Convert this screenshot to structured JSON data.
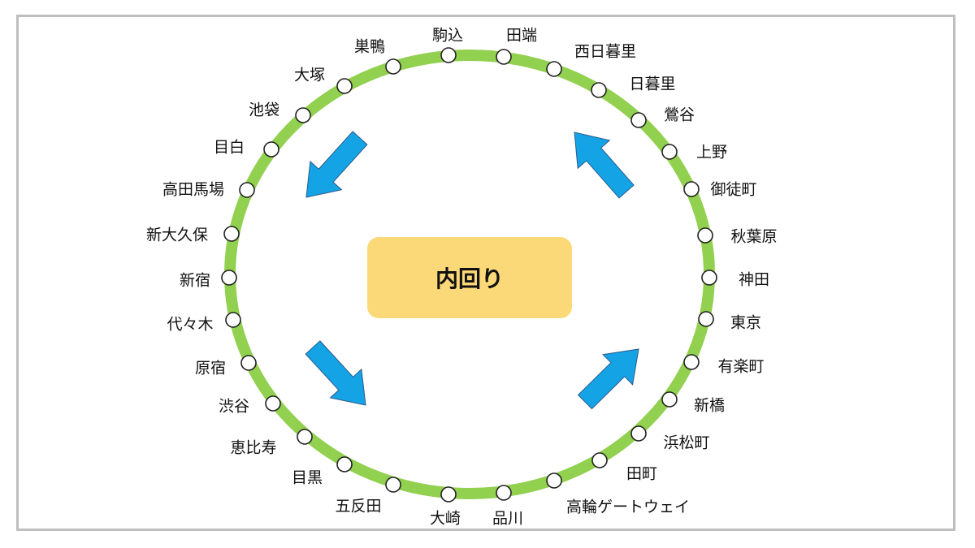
{
  "title": "内回り",
  "colors": {
    "line": "#92d050",
    "arrow": "#14a4e6",
    "arrow_outline": "#2a5a8a",
    "center_box": "#fcd978",
    "frame": "#bfbfbf"
  },
  "direction_arrows": [
    "down-left",
    "up-left",
    "down-right",
    "up-right"
  ],
  "stations": [
    "駒込",
    "田端",
    "西日暮里",
    "日暮里",
    "鶯谷",
    "上野",
    "御徒町",
    "秋葉原",
    "神田",
    "東京",
    "有楽町",
    "新橋",
    "浜松町",
    "田町",
    "高輪ゲートウェイ",
    "品川",
    "大崎",
    "五反田",
    "目黒",
    "恵比寿",
    "渋谷",
    "原宿",
    "代々木",
    "新宿",
    "新大久保",
    "高田馬場",
    "目白",
    "池袋",
    "大塚",
    "巣鴨"
  ]
}
